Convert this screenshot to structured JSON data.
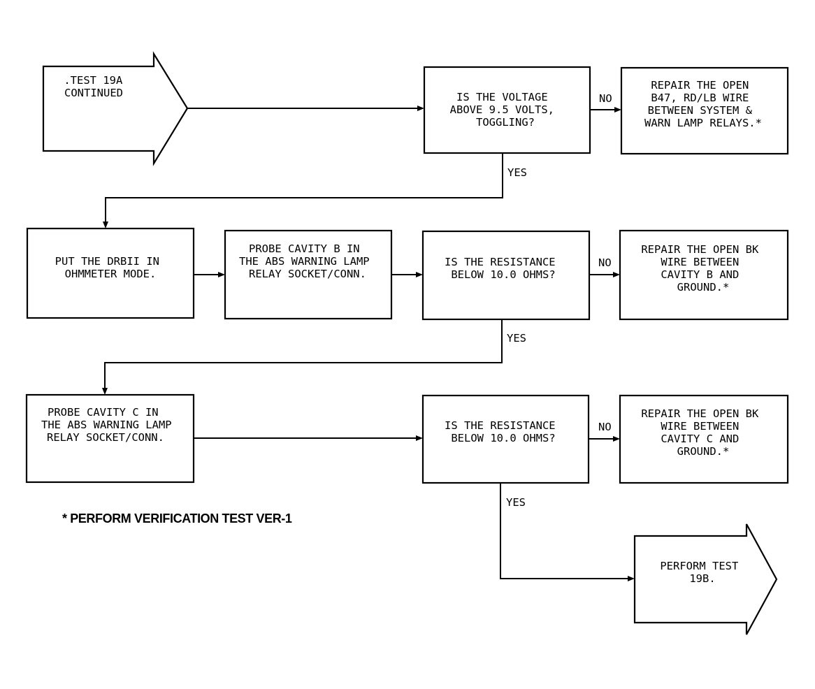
{
  "start": {
    "lines": [
      ".TEST 19A",
      "CONTINUED"
    ]
  },
  "q_voltage": {
    "lines": [
      "IS THE VOLTAGE",
      "ABOVE 9.5 VOLTS,",
      "TOGGLING?"
    ]
  },
  "r_b47": {
    "lines": [
      "REPAIR THE OPEN",
      "B47, RD/LB WIRE",
      "BETWEEN SYSTEM &",
      "WARN LAMP RELAYS.*"
    ]
  },
  "s_drbii": {
    "lines": [
      "PUT THE DRBII IN",
      "OHMMETER MODE."
    ]
  },
  "s_probe_b": {
    "lines": [
      "PROBE CAVITY B IN",
      "THE ABS WARNING LAMP",
      "RELAY SOCKET/CONN."
    ]
  },
  "q_res_b": {
    "lines": [
      "IS THE RESISTANCE",
      "BELOW 10.0 OHMS?"
    ]
  },
  "r_cav_b": {
    "lines": [
      "REPAIR THE OPEN BK",
      "WIRE BETWEEN",
      "CAVITY B AND",
      "GROUND.*"
    ]
  },
  "s_probe_c": {
    "lines": [
      "PROBE CAVITY C IN",
      "THE ABS WARNING LAMP",
      "RELAY SOCKET/CONN."
    ]
  },
  "q_res_c": {
    "lines": [
      "IS THE RESISTANCE",
      "BELOW 10.0 OHMS?"
    ]
  },
  "r_cav_c": {
    "lines": [
      "REPAIR THE OPEN BK",
      "WIRE BETWEEN",
      "CAVITY C AND",
      "GROUND.*"
    ]
  },
  "end": {
    "lines": [
      "PERFORM TEST",
      "19B."
    ]
  },
  "labels": {
    "no": "NO",
    "yes": "YES"
  },
  "footnote": "* PERFORM VERIFICATION TEST VER-1"
}
